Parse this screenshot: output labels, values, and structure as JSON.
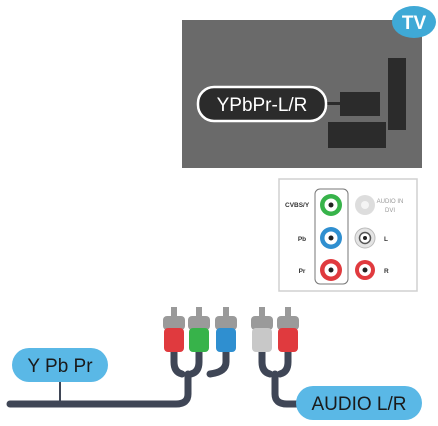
{
  "tv_badge": {
    "label": "TV",
    "color": "#3fa9d6"
  },
  "tv_panel": {
    "port_label": "YPbPr-L/R",
    "panel_color": "#6a6a6a",
    "dark_color": "#2b2b2b"
  },
  "port_panel": {
    "cvbs_label": "CVBS/Y",
    "audio_in_label": "AUDIO IN",
    "dvi_label": "DVI",
    "pb_label": "Pb",
    "pr_label": "Pr",
    "l_label": "L",
    "r_label": "R"
  },
  "cable": {
    "ypbpr_label": "Y Pb Pr",
    "audio_label": "AUDIO L/R",
    "label_color": "#5ab8e6",
    "cable_color": "#3f4656"
  },
  "plug_colors": {
    "green": "#37b34a",
    "blue": "#2f8fd0",
    "red": "#e03a3e",
    "white": "#cfcfcf",
    "gray": "#9a9a9a"
  }
}
